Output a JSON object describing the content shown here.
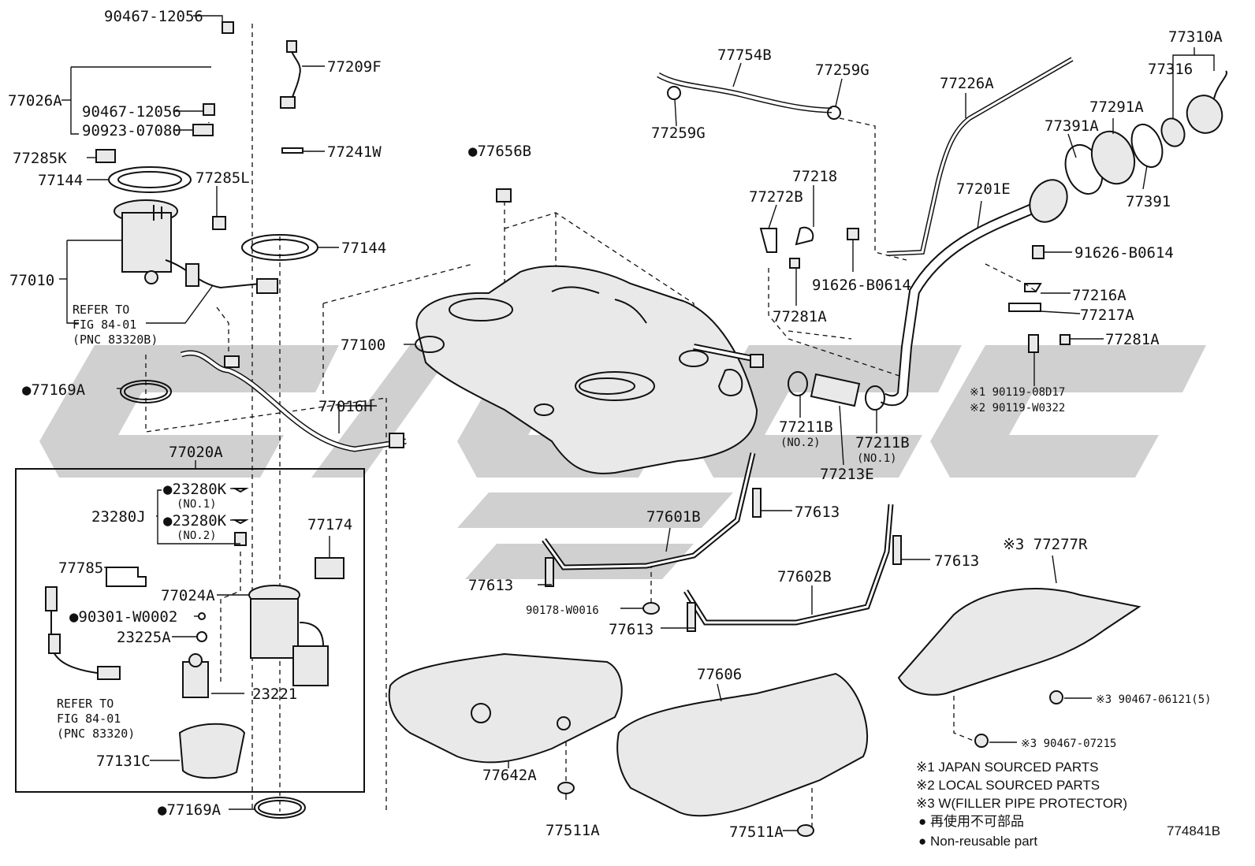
{
  "labels": {
    "p90467_12056_top": "90467-12056",
    "p77026A": "77026A",
    "p90467_12056": "90467-12056",
    "p90923_07080": "90923-07080",
    "p77285K": "77285K",
    "p77144_left": "77144",
    "p77285L": "77285L",
    "p77010": "77010",
    "ref1_a": "REFER TO",
    "ref1_b": "FIG 84-01",
    "ref1_c": "(PNC 83320B)",
    "p77169A_top": "●77169A",
    "p77209F": "77209F",
    "p77241W": "77241W",
    "p77144_mid": "77144",
    "p77656B": "●77656B",
    "p77100": "77100",
    "p77016H": "77016H",
    "p77020A": "77020A",
    "p23280K_1": "●23280K",
    "p23280K_1_no": "(NO.1)",
    "p23280J": "23280J",
    "p23280K_2": "●23280K",
    "p23280K_2_no": "(NO.2)",
    "p77174": "77174",
    "p77785": "77785",
    "p77024A": "77024A",
    "p90301_W0002": "●90301-W0002",
    "p23225A": "23225A",
    "p23221": "23221",
    "ref2_a": "REFER TO",
    "ref2_b": "FIG 84-01",
    "ref2_c": "(PNC 83320)",
    "p77131C": "77131C",
    "p77169A_bot": "●77169A",
    "p77754B": "77754B",
    "p77259G_top": "77259G",
    "p77259G_left": "77259G",
    "p77226A": "77226A",
    "p77310A": "77310A",
    "p77316": "77316",
    "p77291A": "77291A",
    "p77391A": "77391A",
    "p77391": "77391",
    "p77218": "77218",
    "p77272B": "77272B",
    "p77201E": "77201E",
    "p91626_B0614_r": "91626-B0614",
    "p91626_B0614_m": "91626-B0614",
    "p77216A": "77216A",
    "p77217A": "77217A",
    "p77281A_m": "77281A",
    "p77281A_r": "77281A",
    "p90119_1": "※1 90119-08D17",
    "p90119_2": "※2 90119-W0322",
    "p77211B_2": "77211B",
    "p77211B_2_no": "(NO.2)",
    "p77211B_1": "77211B",
    "p77211B_1_no": "(NO.1)",
    "p77213E": "77213E",
    "p77601B": "77601B",
    "p77613_a": "77613",
    "p77613_b": "77613",
    "p77613_c": "77613",
    "p77613_d": "77613",
    "p90178_W0016": "90178-W0016",
    "p77602B": "77602B",
    "p77277R": "※3 77277R",
    "p90467_06121": "※3 90467-06121(5)",
    "p90467_07215": "※3 90467-07215",
    "p77606": "77606",
    "p77642A": "77642A",
    "p77511A_l": "77511A",
    "p77511A_r": "77511A"
  },
  "legend": {
    "n1": "※1 JAPAN SOURCED PARTS",
    "n2": "※2 LOCAL SOURCED PARTS",
    "n3": "※3 W(FILLER PIPE PROTECTOR)",
    "n4": "● 再使用不可部品",
    "n5": "● Non-reusable part"
  },
  "figure_id": "774841B"
}
